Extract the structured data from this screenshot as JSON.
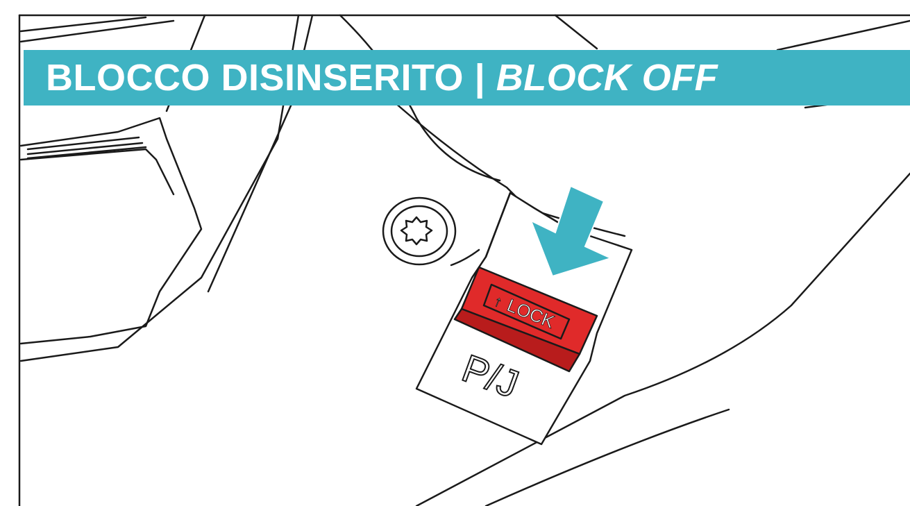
{
  "banner": {
    "title_it": "BLOCCO DISINSERITO",
    "separator": " | ",
    "title_en": "BLOCK OFF",
    "background_color": "#3fb3c3",
    "text_color": "#ffffff"
  },
  "switch": {
    "lock_label": "LOCK",
    "lock_symbol": "↑",
    "mode_label": "P/J",
    "lock_color": "#e02a2a"
  },
  "arrow": {
    "direction": "down-left",
    "color": "#3fb3c3",
    "icon": "arrow-down-left-icon"
  },
  "icons": {
    "screw": "torx-screw-icon"
  }
}
